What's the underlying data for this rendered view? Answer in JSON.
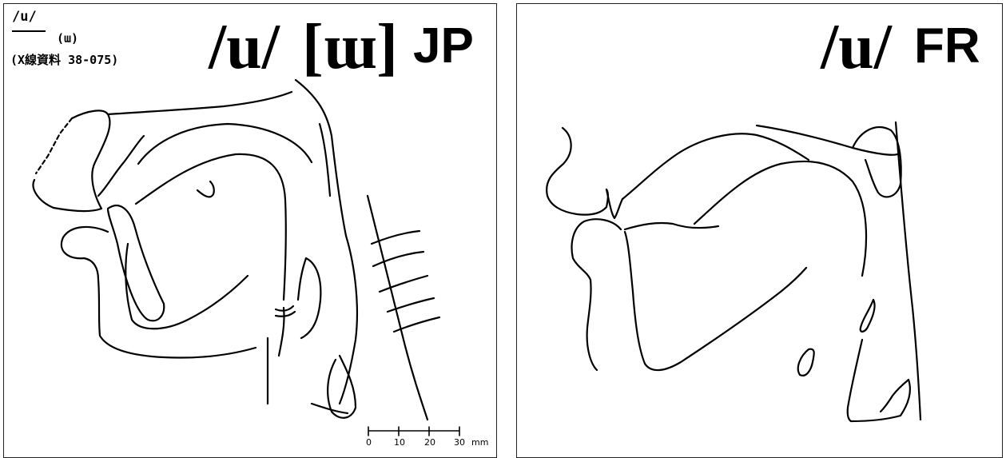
{
  "left_panel": {
    "note_top": "/u/",
    "note_bracket": "(ɯ)",
    "note_source": "(X線資料  38-075)",
    "title_phoneme": "/u/",
    "title_phone": "[ɯ]",
    "title_lang": "JP",
    "scale": {
      "ticks": [
        "0",
        "10",
        "20",
        "30"
      ],
      "unit": "mm"
    }
  },
  "right_panel": {
    "title_phoneme": "/u/",
    "title_lang": "FR"
  }
}
